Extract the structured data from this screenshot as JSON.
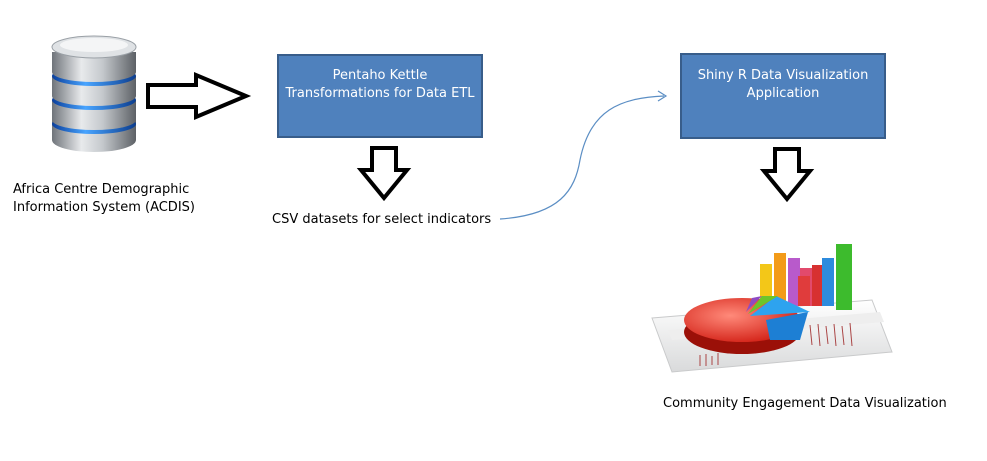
{
  "nodes": {
    "acdis_label_line1": "Africa Centre Demographic",
    "acdis_label_line2": "Information System (ACDIS)",
    "pentaho_line1": "Pentaho Kettle",
    "pentaho_line2": "Transformations for Data ETL",
    "csv_label": "CSV datasets for select indicators",
    "shiny_line1": "Shiny R Data Visualization",
    "shiny_line2": "Application",
    "community_label": "Community Engagement Data Visualization"
  },
  "icons": {
    "database": "database-icon",
    "chart": "chart-illustration-icon"
  },
  "colors": {
    "box_fill": "#4f81bd",
    "box_border": "#385d8a",
    "connector": "#5b8ec4"
  }
}
